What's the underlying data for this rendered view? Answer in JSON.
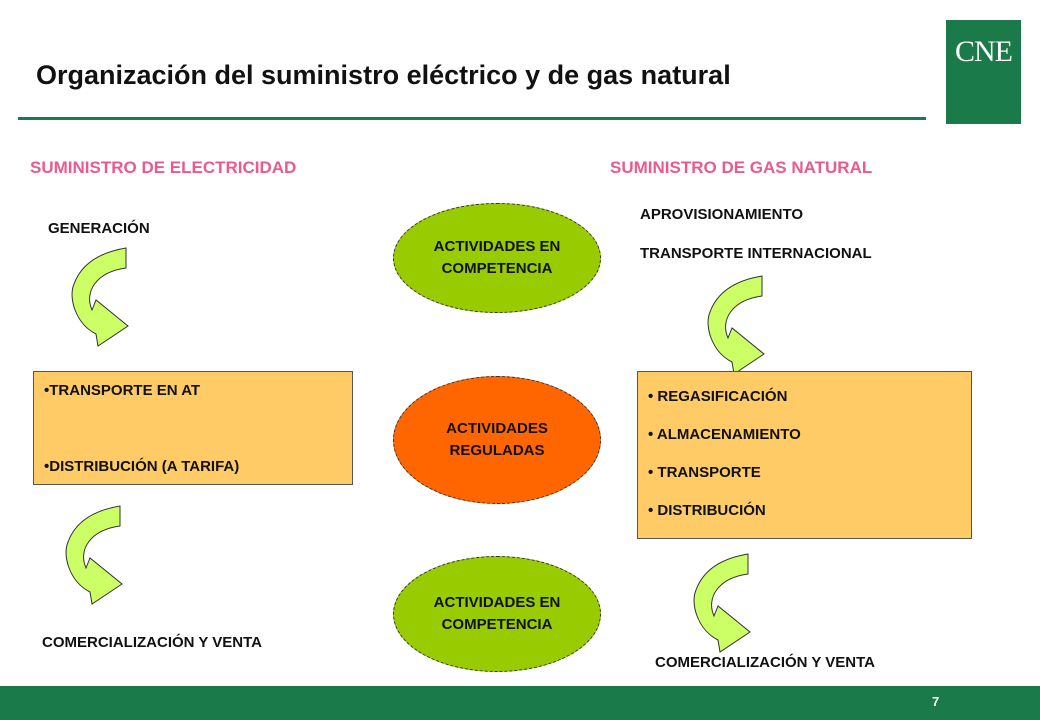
{
  "header": {
    "title": "Organización del suministro eléctrico y de gas natural",
    "logo_text": "CNE"
  },
  "electricity": {
    "heading": "SUMINISTRO DE ELECTRICIDAD",
    "top_label": "GENERACIÓN",
    "box_items": [
      "•TRANSPORTE EN AT",
      "•DISTRIBUCIÓN (A TARIFA)"
    ],
    "bottom_label": "COMERCIALIZACIÓN Y VENTA"
  },
  "center": {
    "competition_top": "ACTIVIDADES EN\nCOMPETENCIA",
    "regulated": "ACTIVIDADES\nREGULADAS",
    "competition_bottom": "ACTIVIDADES EN\nCOMPETENCIA"
  },
  "gas": {
    "heading": "SUMINISTRO DE GAS NATURAL",
    "top_labels": [
      "APROVISIONAMIENTO",
      "TRANSPORTE INTERNACIONAL"
    ],
    "box_items": [
      "• REGASIFICACIÓN",
      "• ALMACENAMIENTO",
      "• TRANSPORTE",
      "• DISTRIBUCIÓN"
    ],
    "bottom_label": "COMERCIALIZACIÓN Y VENTA"
  },
  "footer": {
    "page_number": "7"
  },
  "colors": {
    "brand_green": "#1a7a4a",
    "heading_pink": "#ea5a8e",
    "box_orange": "#ffcb66",
    "oval_green": "#99cc00",
    "oval_orange": "#ff6600",
    "arrow_green": "#ccff66"
  }
}
